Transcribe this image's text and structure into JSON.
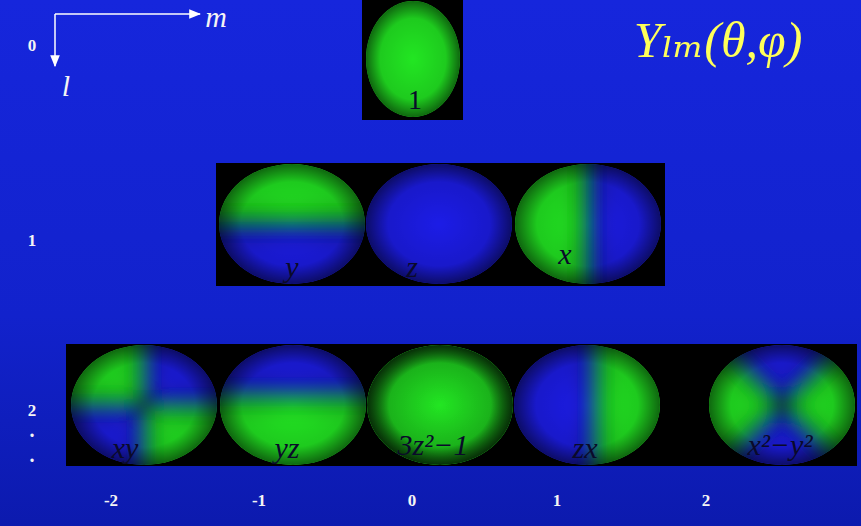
{
  "diagram": {
    "title": "Yₗₘ(θ,φ)",
    "nodes": [
      {
        "text": [
          "1"
        ]
      },
      {
        "text": [
          "y"
        ]
      },
      {
        "text": [
          "z"
        ]
      },
      {
        "text": [
          "x"
        ]
      },
      {
        "text": [
          "xy"
        ]
      },
      {
        "text": [
          "yz"
        ]
      },
      {
        "text": [
          "3z²−1"
        ]
      },
      {
        "text": [
          "zx"
        ]
      },
      {
        "text": [
          "x²−y²"
        ]
      }
    ],
    "labels": [
      "m",
      "l",
      "0",
      "1",
      "2",
      ".",
      ".",
      "-2",
      "-1",
      "0",
      "1",
      "2"
    ]
  }
}
